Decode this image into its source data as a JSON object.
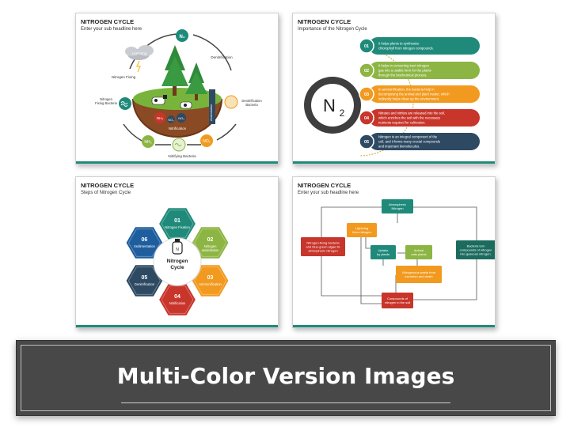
{
  "slide1": {
    "title": "NITROGEN CYCLE",
    "subtitle": "Enter your sub headline here",
    "labels": {
      "n2": "N₂",
      "lightning": "Lightning",
      "fixing": "Nitrogen Fixing",
      "fixing_bacteria_1": "Nitrogen",
      "fixing_bacteria_2": "Fixing Bacteria",
      "denitrification": "Denitrification",
      "denit_bacteria_1": "Denitrification",
      "denit_bacteria_2": "Bacteria",
      "nh4": "NH₄",
      "no3_top": "NO₃",
      "no2_top": "NO₂",
      "nitrification": "Nitrification",
      "assimilation": "Assimilation",
      "nh3": "NH₃",
      "no2": "NO₂",
      "nitrifying": "Nitrifying Bacteria"
    }
  },
  "slide2": {
    "title": "NITROGEN CYCLE",
    "subtitle": "Importance of the Nitrogen Cycle",
    "hub_main": "N",
    "hub_sub": "2",
    "items": [
      {
        "num": "01",
        "color": "#1f8a7a",
        "line1": "It helps plants to synthesize",
        "line2": "chlorophyll from nitrogen compounds.",
        "line3": ""
      },
      {
        "num": "02",
        "color": "#8db543",
        "line1": "It helps in converting inert nitrogen",
        "line2": "gas into a usable form for the plants",
        "line3": "through the biochemical process."
      },
      {
        "num": "03",
        "color": "#f29a1f",
        "line1": "In ammonification, the bacteria help in",
        "line2": "decomposing the animal and plant matter, which",
        "line3": "indirectly helps clean up the environment."
      },
      {
        "num": "04",
        "color": "#c8352b",
        "line1": "Nitrates and nitrites are released into the soil,",
        "line2": "which enriches the soil with the necessary",
        "line3": "nutrients required for cultivation."
      },
      {
        "num": "05",
        "color": "#2e4a62",
        "line1": "Nitrogen is an integral component of the",
        "line2": "cell, and it forms many crucial compounds",
        "line3": "and important biomolecules."
      }
    ]
  },
  "slide3": {
    "title": "NITROGEN CYCLE",
    "subtitle": "Steps of Nitrogen Cycle",
    "center_line1": "Nitrogen",
    "center_line2": "Cycle",
    "steps": [
      {
        "num": "01",
        "line1": "Nitrogen Fixation",
        "line2": "",
        "color": "#1f8a7a"
      },
      {
        "num": "02",
        "line1": "Nitrogen",
        "line2": "assimilation",
        "color": "#8db543"
      },
      {
        "num": "03",
        "line1": "Ammonification",
        "line2": "",
        "color": "#f29a1f"
      },
      {
        "num": "04",
        "line1": "Nitrification",
        "line2": "",
        "color": "#c8352b"
      },
      {
        "num": "05",
        "line1": "Denitrification",
        "line2": "",
        "color": "#2e4a62"
      },
      {
        "num": "06",
        "line1": "Sedimentation",
        "line2": "",
        "color": "#1f5e9e"
      }
    ]
  },
  "slide4": {
    "title": "NITROGEN CYCLE",
    "subtitle": "Enter your sub headline here",
    "boxes": {
      "atmospheric": [
        "Atmospheric",
        "Nitrogen"
      ],
      "lightning": [
        "Lightning",
        "fixes nitrogen"
      ],
      "fixing": [
        "Nitrogen-fixing bacteria",
        "and blue-green algae fix",
        "atmospheric nitrogen"
      ],
      "bacteria_turn": [
        "Bacteria turn",
        "compounds of nitrogen",
        "into gaseous nitrogen."
      ],
      "uptake": [
        "Uptake",
        "by plants"
      ],
      "animal": [
        "Animal",
        "eats plants"
      ],
      "waste": [
        "Nitrogenous waste from",
        "excretion and death"
      ],
      "compounds": [
        "Compounds of",
        "nitrogen in the soil"
      ]
    },
    "colors": {
      "teal": "#1f8a7a",
      "orange": "#f29a1f",
      "red": "#c8352b",
      "green": "#8db543",
      "dark_teal": "#1b6b5e"
    }
  },
  "banner": {
    "title": "Multi-Color Version Images"
  }
}
